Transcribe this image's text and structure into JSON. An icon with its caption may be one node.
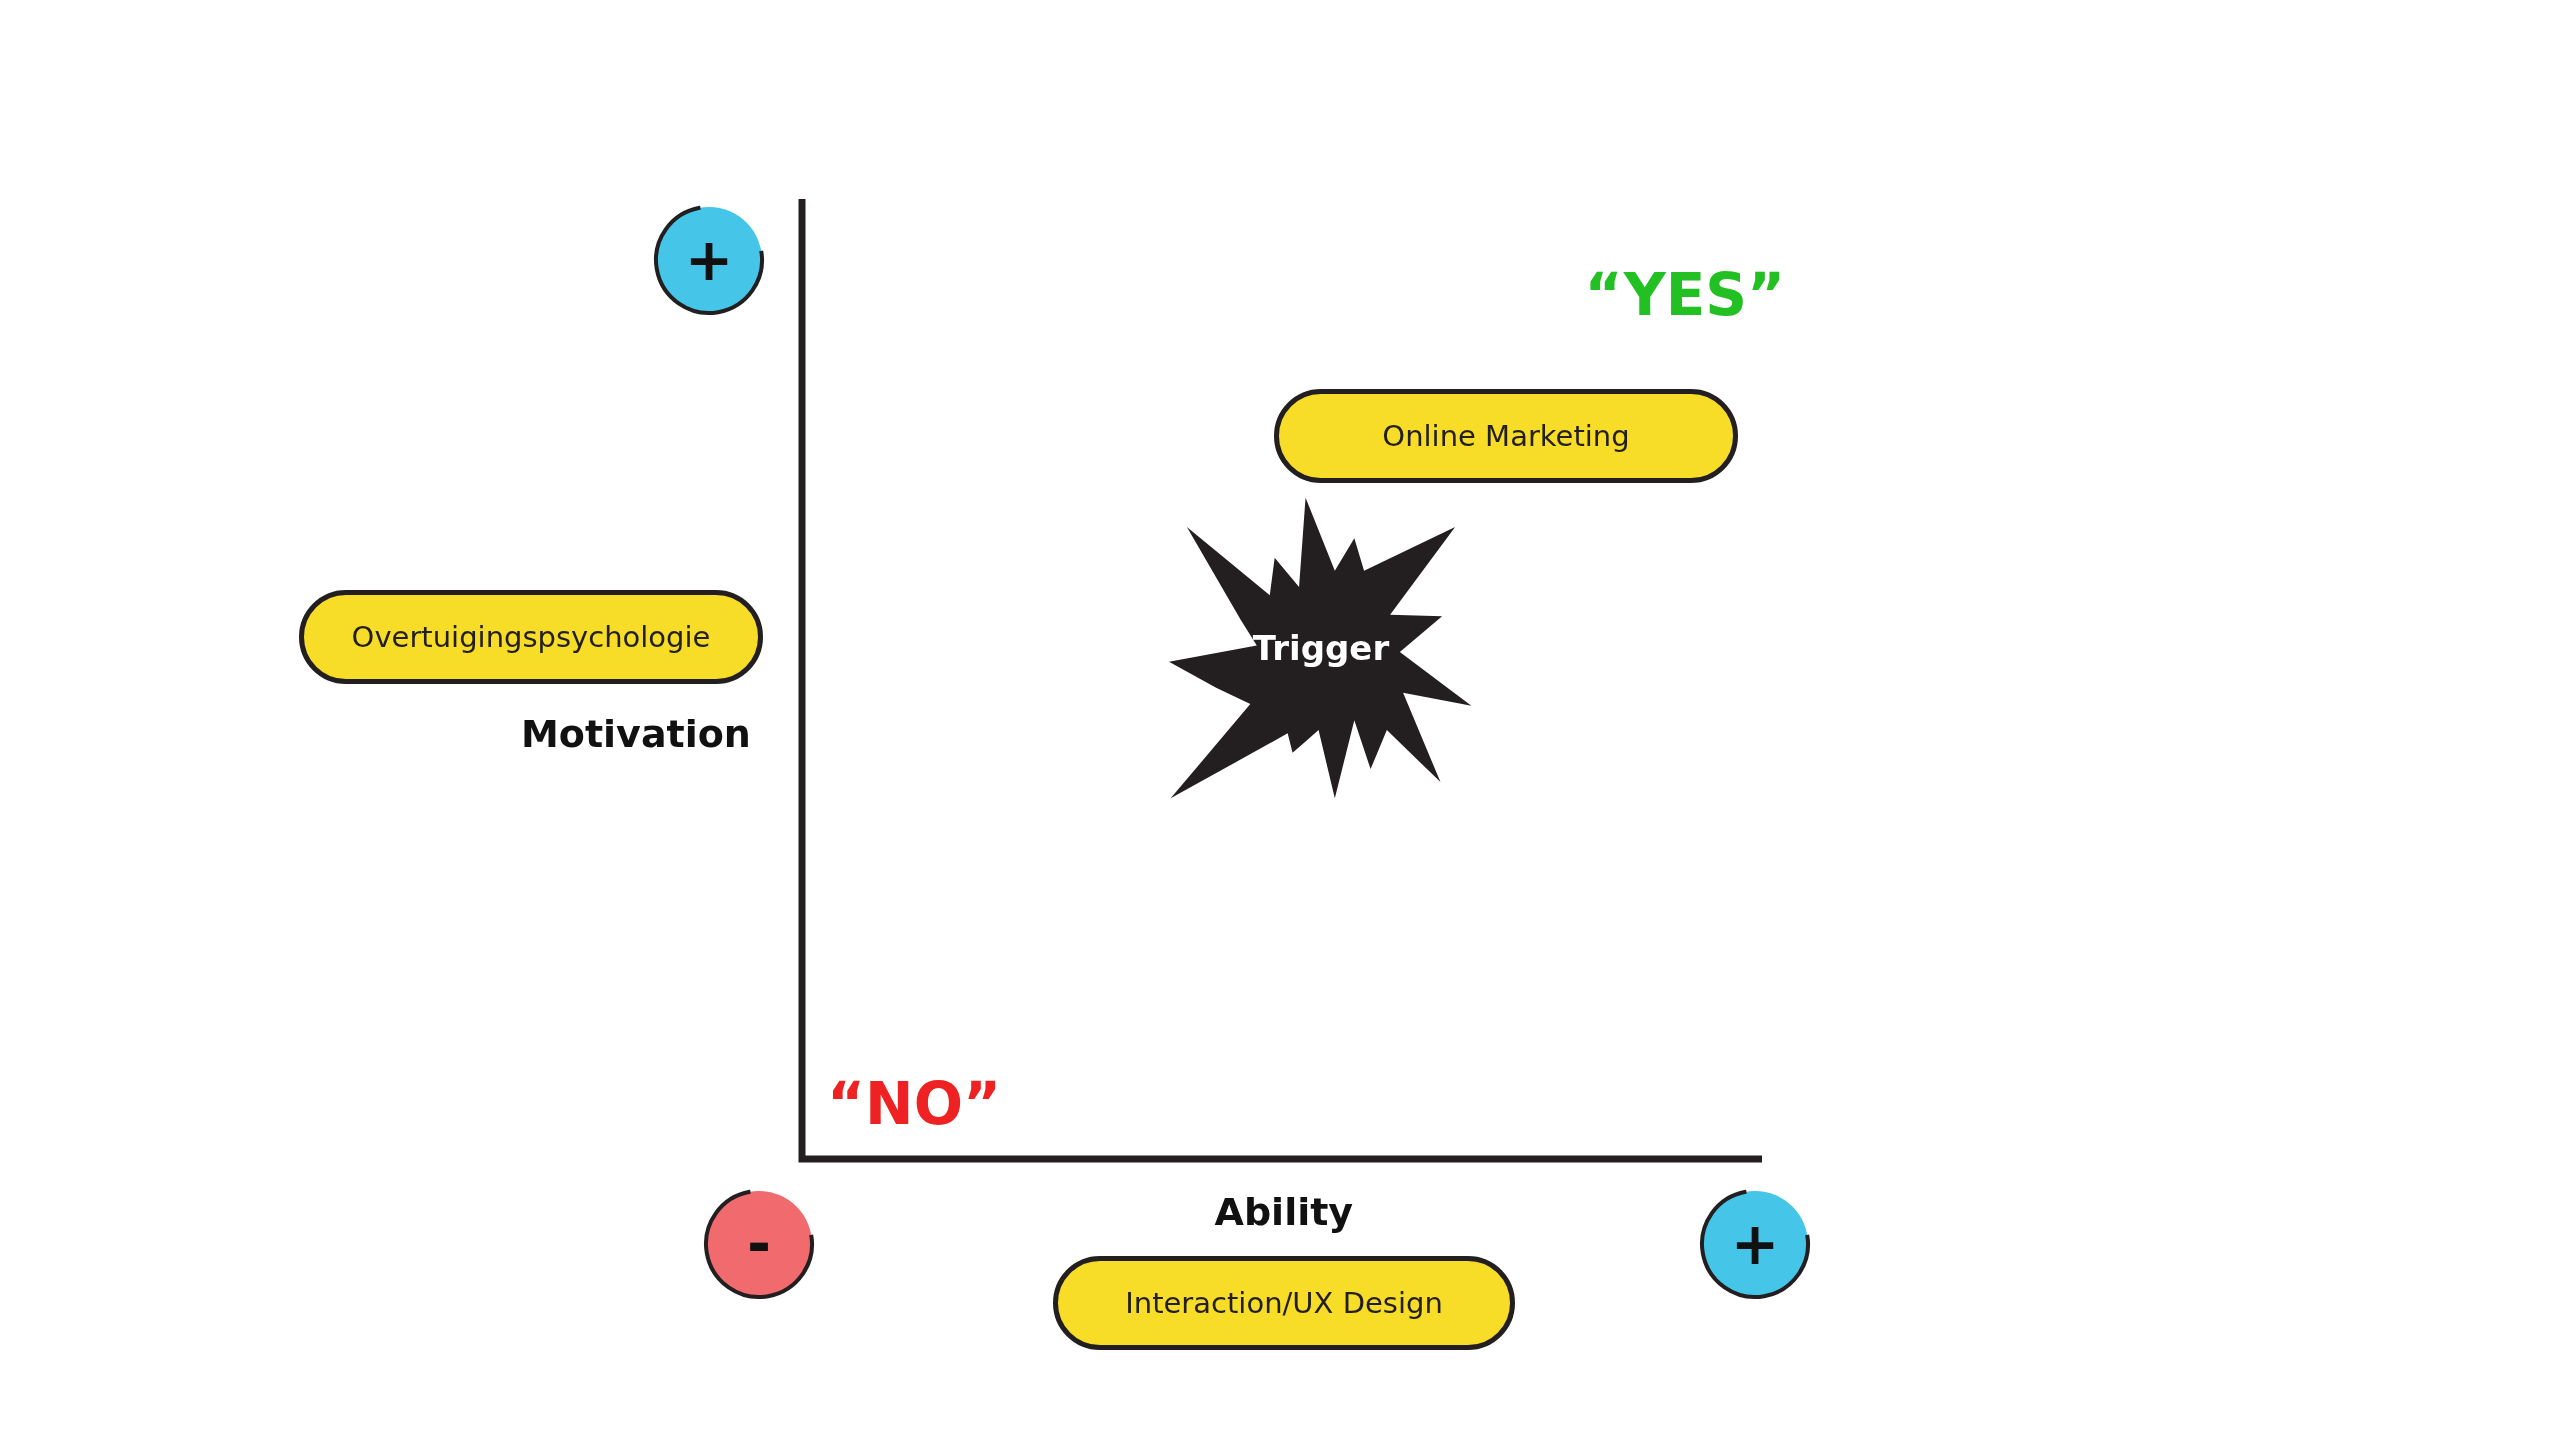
{
  "diagram": {
    "nodes": [
      {
        "text": [
          "+"
        ]
      },
      {
        "text": [
          "Online Marketing"
        ]
      },
      {
        "text": [
          "Overtuigingspsychologie"
        ]
      },
      {
        "text": [
          "Trigger"
        ]
      },
      {
        "text": [
          "-"
        ]
      },
      {
        "text": [
          "Interaction/UX Design"
        ]
      },
      {
        "text": [
          "+"
        ]
      }
    ],
    "edges": [],
    "labels": [
      "“YES”",
      "Motivation",
      "“NO”",
      "Ability"
    ]
  }
}
